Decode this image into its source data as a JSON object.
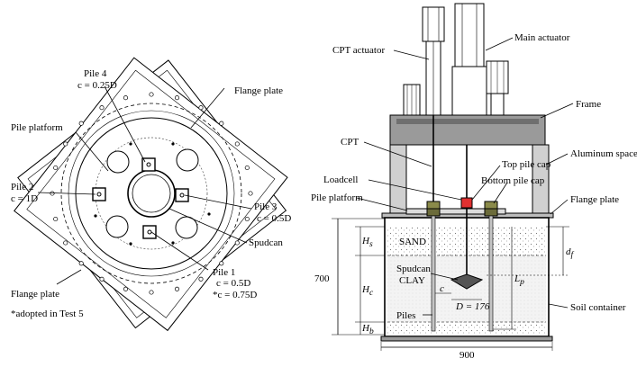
{
  "left_diagram": {
    "pile4_title": "Pile 4",
    "pile4_c": "c = 0.25D",
    "flange_plate_top": "Flange plate",
    "pile_platform": "Pile platform",
    "pile2_title": "Pile 2",
    "pile2_c": "c = 1D",
    "pile3_title": "Pile 3",
    "pile3_c": "c = 0.5D",
    "spudcan": "Spudcan",
    "pile1_title": "Pile 1",
    "pile1_c": "c = 0.5D",
    "pile1_c_alt": "*c = 0.75D",
    "flange_plate_bottom": "Flange plate",
    "footnote": "*adopted in Test 5"
  },
  "right_diagram": {
    "cpt_actuator": "CPT actuator",
    "main_actuator": "Main actuator",
    "frame": "Frame",
    "cpt": "CPT",
    "aluminum_spacer": "Aluminum spacer",
    "loadcell": "Loadcell",
    "top_pile_cap": "Top pile cap",
    "bottom_pile_cap": "Bottom pile cap",
    "pile_platform": "Pile platform",
    "flange_plate": "Flange plate",
    "sand": "SAND",
    "clay": "CLAY",
    "spudcan": "Spudcan",
    "piles": "Piles",
    "soil_container": "Soil container",
    "diameter": "D = 176",
    "height_total": "700",
    "width_total": "900",
    "hs": "H",
    "hs_sub": "s",
    "hc": "H",
    "hc_sub": "c",
    "hb": "H",
    "hb_sub": "b",
    "df": "d",
    "df_sub": "f",
    "lp": "L",
    "lp_sub": "p",
    "c_symbol": "c"
  }
}
